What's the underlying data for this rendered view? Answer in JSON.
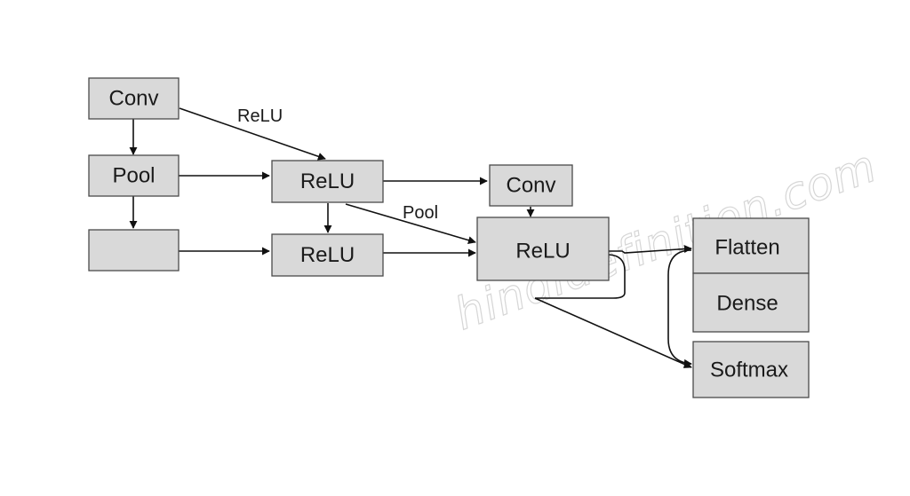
{
  "nodes": {
    "conv_top": "Conv",
    "pool": "Pool",
    "blank": "",
    "relu_mid": "ReLU",
    "relu_low": "ReLU",
    "conv_right": "Conv",
    "relu_big": "ReLU",
    "flatten": "Flatten",
    "dense": "Dense",
    "softmax": "Softmax"
  },
  "edge_labels": {
    "conv_to_relu": "ReLU",
    "relu_to_relu_big": "Pool"
  },
  "watermark": "hindidefinition.com"
}
